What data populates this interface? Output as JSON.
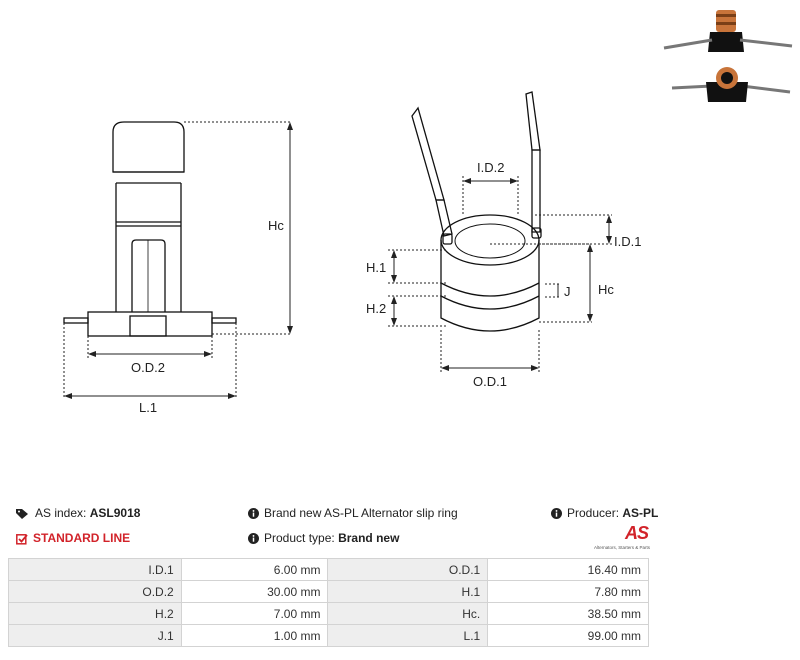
{
  "dimensions": {
    "hc_left": "Hc",
    "od2": "O.D.2",
    "l1": "L.1",
    "id2": "I.D.2",
    "id1": "I.D.1",
    "h1": "H.1",
    "h2": "H.2",
    "j": "J",
    "hc_right": "Hc",
    "od1": "O.D.1"
  },
  "info": {
    "as_index_label": "AS index:",
    "as_index_value": "ASL9018",
    "line_label": "STANDARD LINE",
    "description": "Brand new AS-PL Alternator slip ring",
    "product_type_label": "Product type:",
    "product_type_value": "Brand new",
    "producer_label": "Producer:",
    "producer_value": "AS-PL",
    "logo_text": "AS",
    "logo_tagline": "Alternators, Starters & Parts"
  },
  "specs": [
    {
      "k1": "I.D.1",
      "v1": "6.00 mm",
      "k2": "O.D.1",
      "v2": "16.40 mm"
    },
    {
      "k1": "O.D.2",
      "v1": "30.00 mm",
      "k2": "H.1",
      "v2": "7.80 mm"
    },
    {
      "k1": "H.2",
      "v1": "7.00 mm",
      "k2": "Hc.",
      "v2": "38.50 mm"
    },
    {
      "k1": "J.1",
      "v1": "1.00 mm",
      "k2": "L.1",
      "v2": "99.00 mm"
    }
  ],
  "colors": {
    "accent_red": "#d2232a",
    "copper": "#c8743a",
    "table_key_bg": "#eeeeee",
    "table_border": "#d3d3d3"
  }
}
